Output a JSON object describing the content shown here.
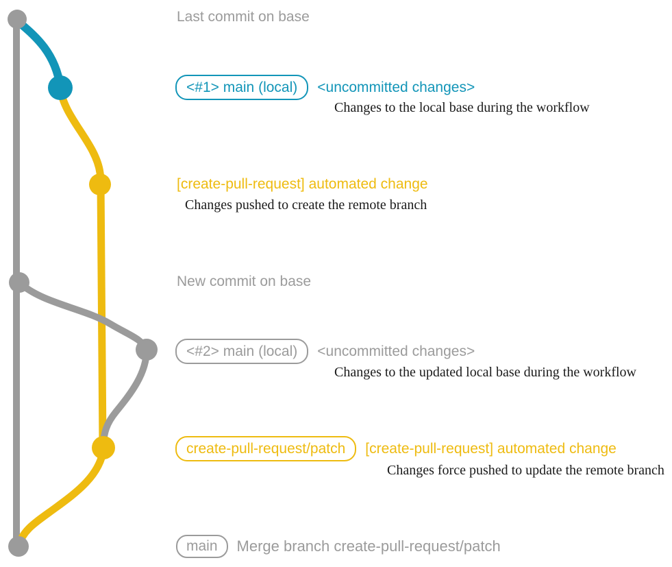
{
  "colors": {
    "base_gray": "#9b9b9b",
    "local_blue": "#1295b8",
    "patch_yellow": "#eebb10",
    "note_black": "#1a1a1a"
  },
  "graph": {
    "branches": [
      {
        "name": "base",
        "color": "#9b9b9b"
      },
      {
        "name": "main (local)",
        "color": "#1295b8"
      },
      {
        "name": "create-pull-request/patch",
        "color": "#eebb10"
      }
    ],
    "commit_count": 7
  },
  "annotations": {
    "last_commit": {
      "label": "Last commit on base"
    },
    "uncommitted_1": {
      "badge": "<#1> main (local)",
      "title": "<uncommitted changes>",
      "note": "Changes to the local base during the workflow"
    },
    "automated_change_1": {
      "title": "[create-pull-request] automated change",
      "note": "Changes pushed to create the remote branch"
    },
    "new_commit": {
      "label": "New commit on base"
    },
    "uncommitted_2": {
      "badge": "<#2> main (local)",
      "title": "<uncommitted changes>",
      "note": "Changes to the updated local base during the workflow"
    },
    "automated_change_2": {
      "badge": "create-pull-request/patch",
      "title": "[create-pull-request] automated change",
      "note": "Changes force pushed to update the remote branch"
    },
    "merge": {
      "badge": "main",
      "title": "Merge branch create-pull-request/patch"
    }
  }
}
